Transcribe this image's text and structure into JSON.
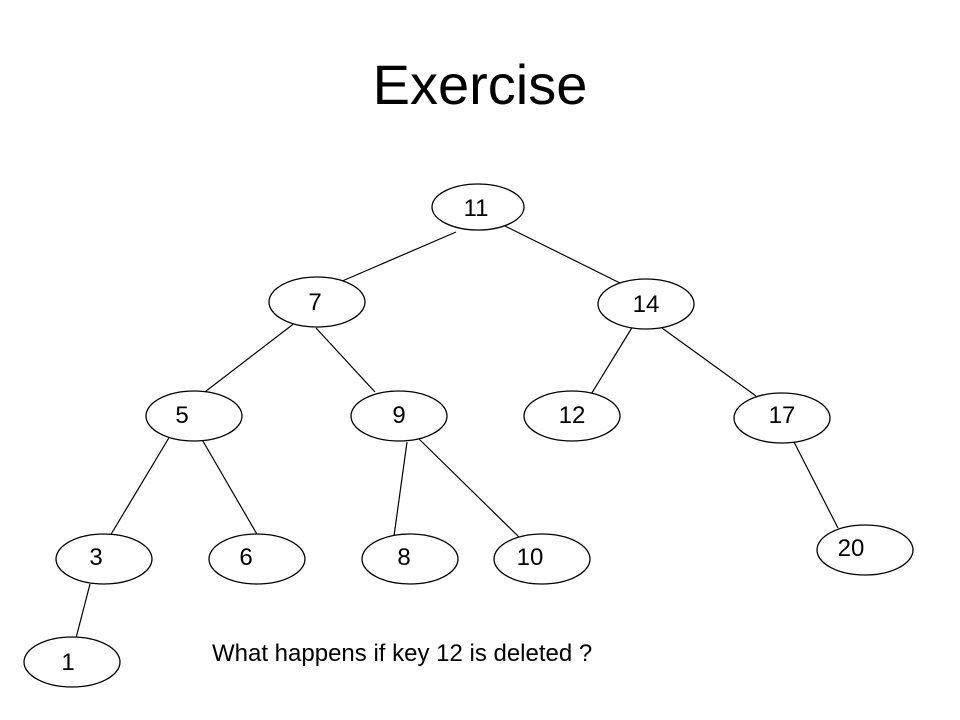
{
  "title": "Exercise",
  "question": "What happens if key 12 is deleted ?",
  "tree": {
    "nodes": [
      {
        "id": "n11",
        "label": "11"
      },
      {
        "id": "n7",
        "label": "7"
      },
      {
        "id": "n14",
        "label": "14"
      },
      {
        "id": "n5",
        "label": "5"
      },
      {
        "id": "n9",
        "label": "9"
      },
      {
        "id": "n12",
        "label": "12"
      },
      {
        "id": "n17",
        "label": "17"
      },
      {
        "id": "n3",
        "label": "3"
      },
      {
        "id": "n6",
        "label": "6"
      },
      {
        "id": "n8",
        "label": "8"
      },
      {
        "id": "n10",
        "label": "10"
      },
      {
        "id": "n20",
        "label": "20"
      },
      {
        "id": "n1",
        "label": "1"
      }
    ],
    "edges": [
      [
        "n11",
        "n7"
      ],
      [
        "n11",
        "n14"
      ],
      [
        "n7",
        "n5"
      ],
      [
        "n7",
        "n9"
      ],
      [
        "n14",
        "n12"
      ],
      [
        "n14",
        "n17"
      ],
      [
        "n5",
        "n3"
      ],
      [
        "n5",
        "n6"
      ],
      [
        "n9",
        "n8"
      ],
      [
        "n9",
        "n10"
      ],
      [
        "n17",
        "n20"
      ],
      [
        "n3",
        "n1"
      ]
    ]
  }
}
